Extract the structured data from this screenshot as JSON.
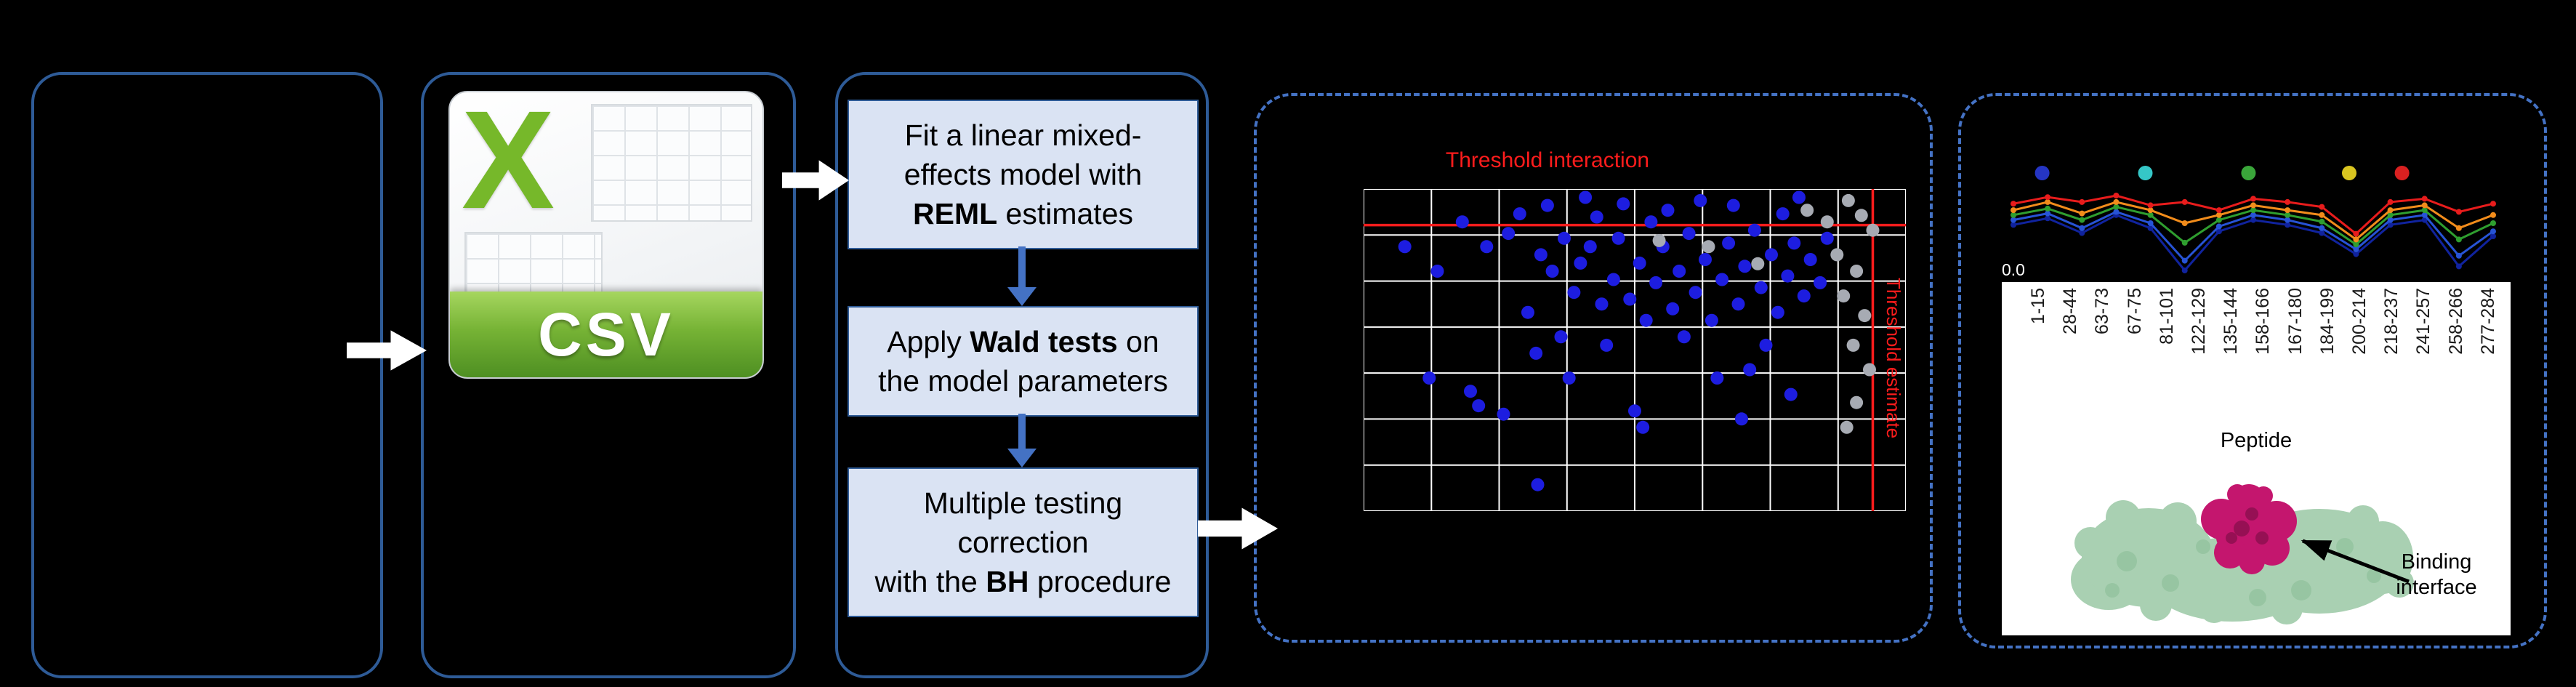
{
  "colors": {
    "background": "#000000",
    "panel_border_solid": "#2e5b97",
    "panel_border_dashed": "#4472c4",
    "step_box_fill": "#dae3f3",
    "flow_arrow": "#ffffff",
    "down_arrow": "#4472c4",
    "threshold_red": "#ff1c1c",
    "csv_green": "#76b82a",
    "protein_surface_green": "#a9d0b2",
    "binding_site_magenta": "#c4166e"
  },
  "csv_icon": {
    "letter": "X",
    "format_label": "CSV"
  },
  "workflow": {
    "step1": {
      "line1": "Fit a linear mixed-",
      "line2": "effects model with",
      "line3_bold": "REML",
      "line3_rest": " estimates"
    },
    "step2": {
      "line1_pre": "Apply ",
      "line1_bold": "Wald tests",
      "line1_post": " on",
      "line2": "the model parameters"
    },
    "step3": {
      "line1": "Multiple testing",
      "line2": "correction",
      "line3_pre": "with the ",
      "line3_bold": "BH",
      "line3_post": " procedure"
    }
  },
  "chart_data": [
    {
      "type": "scatter",
      "title": "Threshold interaction",
      "right_axis_label": "Threshold estimate",
      "grid": {
        "cols": 8,
        "rows": 7
      },
      "thresholds": {
        "horizontal_y_frac": 0.112,
        "vertical_x_frac": 0.939
      },
      "series": [
        {
          "name": "interaction-points",
          "color": "#1d1de0",
          "points": [
            [
              0.076,
              0.179
            ],
            [
              0.121,
              0.587
            ],
            [
              0.136,
              0.255
            ],
            [
              0.182,
              0.102
            ],
            [
              0.197,
              0.628
            ],
            [
              0.212,
              0.673
            ],
            [
              0.227,
              0.179
            ],
            [
              0.258,
              0.699
            ],
            [
              0.267,
              0.138
            ],
            [
              0.288,
              0.077
            ],
            [
              0.303,
              0.383
            ],
            [
              0.318,
              0.51
            ],
            [
              0.321,
              0.918
            ],
            [
              0.327,
              0.204
            ],
            [
              0.339,
              0.051
            ],
            [
              0.348,
              0.255
            ],
            [
              0.364,
              0.459
            ],
            [
              0.37,
              0.153
            ],
            [
              0.379,
              0.587
            ],
            [
              0.388,
              0.321
            ],
            [
              0.4,
              0.23
            ],
            [
              0.409,
              0.026
            ],
            [
              0.418,
              0.179
            ],
            [
              0.43,
              0.087
            ],
            [
              0.439,
              0.357
            ],
            [
              0.448,
              0.485
            ],
            [
              0.461,
              0.281
            ],
            [
              0.47,
              0.153
            ],
            [
              0.479,
              0.046
            ],
            [
              0.491,
              0.342
            ],
            [
              0.5,
              0.689
            ],
            [
              0.509,
              0.23
            ],
            [
              0.515,
              0.74
            ],
            [
              0.521,
              0.408
            ],
            [
              0.53,
              0.102
            ],
            [
              0.539,
              0.291
            ],
            [
              0.552,
              0.179
            ],
            [
              0.561,
              0.066
            ],
            [
              0.57,
              0.372
            ],
            [
              0.582,
              0.255
            ],
            [
              0.591,
              0.459
            ],
            [
              0.6,
              0.138
            ],
            [
              0.612,
              0.321
            ],
            [
              0.621,
              0.036
            ],
            [
              0.63,
              0.219
            ],
            [
              0.642,
              0.408
            ],
            [
              0.652,
              0.587
            ],
            [
              0.661,
              0.281
            ],
            [
              0.673,
              0.168
            ],
            [
              0.682,
              0.051
            ],
            [
              0.691,
              0.357
            ],
            [
              0.697,
              0.714
            ],
            [
              0.703,
              0.24
            ],
            [
              0.712,
              0.561
            ],
            [
              0.721,
              0.128
            ],
            [
              0.733,
              0.306
            ],
            [
              0.742,
              0.485
            ],
            [
              0.752,
              0.204
            ],
            [
              0.764,
              0.383
            ],
            [
              0.773,
              0.077
            ],
            [
              0.782,
              0.27
            ],
            [
              0.788,
              0.638
            ],
            [
              0.794,
              0.168
            ],
            [
              0.803,
              0.026
            ],
            [
              0.812,
              0.332
            ],
            [
              0.824,
              0.219
            ],
            [
              0.842,
              0.291
            ],
            [
              0.855,
              0.153
            ]
          ]
        },
        {
          "name": "reference-points",
          "color": "#a7abb3",
          "points": [
            [
              0.545,
              0.16
            ],
            [
              0.636,
              0.179
            ],
            [
              0.727,
              0.232
            ],
            [
              0.818,
              0.066
            ],
            [
              0.855,
              0.102
            ],
            [
              0.894,
              0.036
            ],
            [
              0.918,
              0.082
            ],
            [
              0.939,
              0.128
            ],
            [
              0.873,
              0.204
            ],
            [
              0.909,
              0.255
            ],
            [
              0.885,
              0.332
            ],
            [
              0.924,
              0.393
            ],
            [
              0.903,
              0.485
            ],
            [
              0.933,
              0.561
            ],
            [
              0.909,
              0.663
            ],
            [
              0.891,
              0.74
            ]
          ]
        }
      ]
    },
    {
      "type": "line",
      "xlabel": "Peptide",
      "y_tick_label": "0.0",
      "categories": [
        "1-15",
        "28-44",
        "63-73",
        "67-75",
        "81-101",
        "122-129",
        "135-144",
        "158-166",
        "167-180",
        "184-199",
        "200-214",
        "218-237",
        "241-257",
        "258-266",
        "277-284"
      ],
      "series": [
        {
          "name": "navy",
          "color": "#10239e",
          "y_frac": [
            0.44,
            0.36,
            0.54,
            0.32,
            0.48,
            1.0,
            0.52,
            0.38,
            0.44,
            0.54,
            0.8,
            0.44,
            0.38,
            0.95,
            0.58
          ]
        },
        {
          "name": "blue",
          "color": "#2753d6",
          "y_frac": [
            0.38,
            0.3,
            0.48,
            0.28,
            0.42,
            0.88,
            0.46,
            0.32,
            0.38,
            0.48,
            0.74,
            0.38,
            0.32,
            0.82,
            0.52
          ]
        },
        {
          "name": "green",
          "color": "#2f9e2f",
          "y_frac": [
            0.32,
            0.24,
            0.38,
            0.22,
            0.32,
            0.66,
            0.38,
            0.26,
            0.32,
            0.4,
            0.68,
            0.32,
            0.26,
            0.62,
            0.42
          ]
        },
        {
          "name": "orange",
          "color": "#f28c1b",
          "y_frac": [
            0.26,
            0.16,
            0.3,
            0.16,
            0.26,
            0.42,
            0.32,
            0.2,
            0.26,
            0.32,
            0.62,
            0.26,
            0.2,
            0.48,
            0.32
          ]
        },
        {
          "name": "red",
          "color": "#e81c1c",
          "y_frac": [
            0.18,
            0.1,
            0.16,
            0.08,
            0.2,
            0.16,
            0.26,
            0.12,
            0.16,
            0.22,
            0.55,
            0.16,
            0.12,
            0.28,
            0.18
          ]
        }
      ],
      "top_markers": [
        {
          "color": "#2535c4",
          "x_frac": 0.06
        },
        {
          "color": "#35c7c7",
          "x_frac": 0.275
        },
        {
          "color": "#3aa63a",
          "x_frac": 0.49
        },
        {
          "color": "#d9c520",
          "x_frac": 0.7
        },
        {
          "color": "#d92020",
          "x_frac": 0.81
        }
      ]
    }
  ],
  "protein": {
    "caption_line1": "Binding",
    "caption_line2": "interface"
  }
}
